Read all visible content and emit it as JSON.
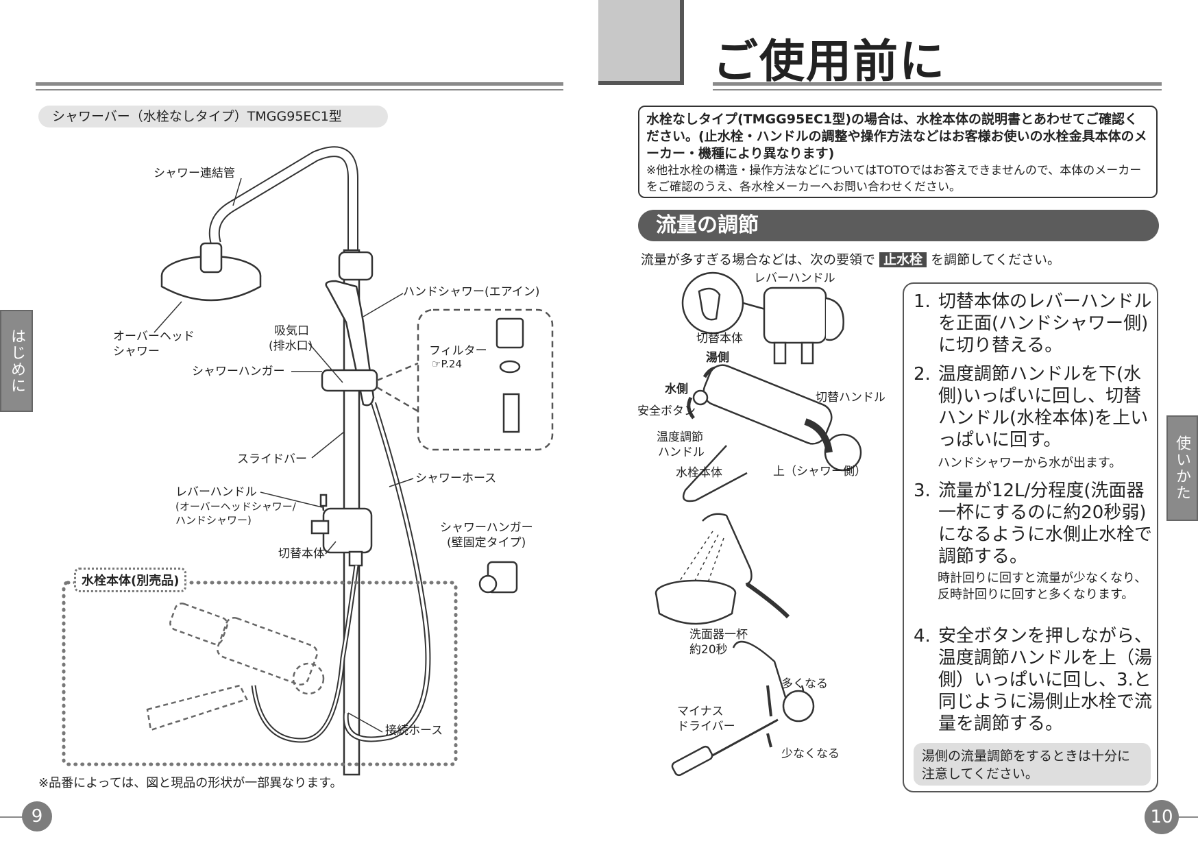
{
  "left_page": {
    "model_label": "シャワーバー（水栓なしタイプ）TMGG95EC1型",
    "side_tab": "はじめに",
    "page_number": "9",
    "labels": {
      "connecting_pipe": "シャワー連結管",
      "overhead_shower_1": "オーバーヘッド",
      "overhead_shower_2": "シャワー",
      "hand_shower": "ハンドシャワー(エアイン)",
      "intake_1": "吸気口",
      "intake_2": "(排水口)",
      "filter": "フィルター",
      "filter_ref": "P.24",
      "shower_hanger": "シャワーハンガー",
      "slide_bar": "スライドバー",
      "shower_hose": "シャワーホース",
      "lever_handle": "レバーハンドル",
      "lever_handle_sub_1": "(オーバーヘッドシャワー/",
      "lever_handle_sub_2": "ハンドシャワー)",
      "switch_body": "切替本体",
      "wall_hanger_1": "シャワーハンガー",
      "wall_hanger_2": "(壁固定タイプ)",
      "faucet_body_sold_separately": "水栓本体(別売品)",
      "connection_hose": "接続ホース"
    },
    "footnote": "※品番によっては、図と現品の形状が一部異なります。"
  },
  "right_page": {
    "title": "ご使用前に",
    "side_tab": "使いかた",
    "page_number": "10",
    "notice_bold": "水栓なしタイプ(TMGG95EC1型)の場合は、水栓本体の説明書とあわせてご確認ください。(止水栓・ハンドルの調整や操作方法などはお客様お使いの水栓金具本体のメーカー・機種により異なります)",
    "notice_small": "※他社水栓の構造・操作方法などについてはTOTOではお答えできませんので、本体のメーカーをご確認のうえ、各水栓メーカーへお問い合わせください。",
    "section_title": "流量の調節",
    "intro_before": "流量が多すぎる場合などは、次の要領で",
    "intro_chip": "止水栓",
    "intro_after": "を調節してください。",
    "diagram_labels": {
      "lever_handle": "レバーハンドル",
      "switch_body": "切替本体",
      "hot_side": "湯側",
      "cold_side": "水側",
      "safety_button": "安全ボタン",
      "temp_handle_1": "温度調節",
      "temp_handle_2": "ハンドル",
      "switch_handle": "切替ハンドル",
      "faucet_body": "水栓本体",
      "up_shower_side": "上（シャワー側）",
      "basin_1": "洗面器一杯",
      "basin_2": "約20秒",
      "more": "多くなる",
      "screwdriver_1": "マイナス",
      "screwdriver_2": "ドライバー",
      "less": "少なくなる"
    },
    "steps": [
      {
        "num": "1.",
        "text": "切替本体のレバーハンドルを正面(ハンドシャワー側)に切り替える。",
        "note": ""
      },
      {
        "num": "2.",
        "text": "温度調節ハンドルを下(水側)いっぱいに回し、切替ハンドル(水栓本体)を上いっぱいに回す。",
        "note": "ハンドシャワーから水が出ます。"
      },
      {
        "num": "3.",
        "text": "流量が12L/分程度(洗面器一杯にするのに約20秒弱)になるように水側止水栓で調節する。",
        "note": "時計回りに回すと流量が少なくなり、反時計回りに回すと多くなります。"
      },
      {
        "num": "4.",
        "text": "安全ボタンを押しながら、温度調節ハンドルを上（湯側）いっぱいに回し、3.と同じように湯側止水栓で流量を調節する。",
        "note": ""
      }
    ],
    "caution": "湯側の流量調節をするときは十分に注意してください。"
  }
}
